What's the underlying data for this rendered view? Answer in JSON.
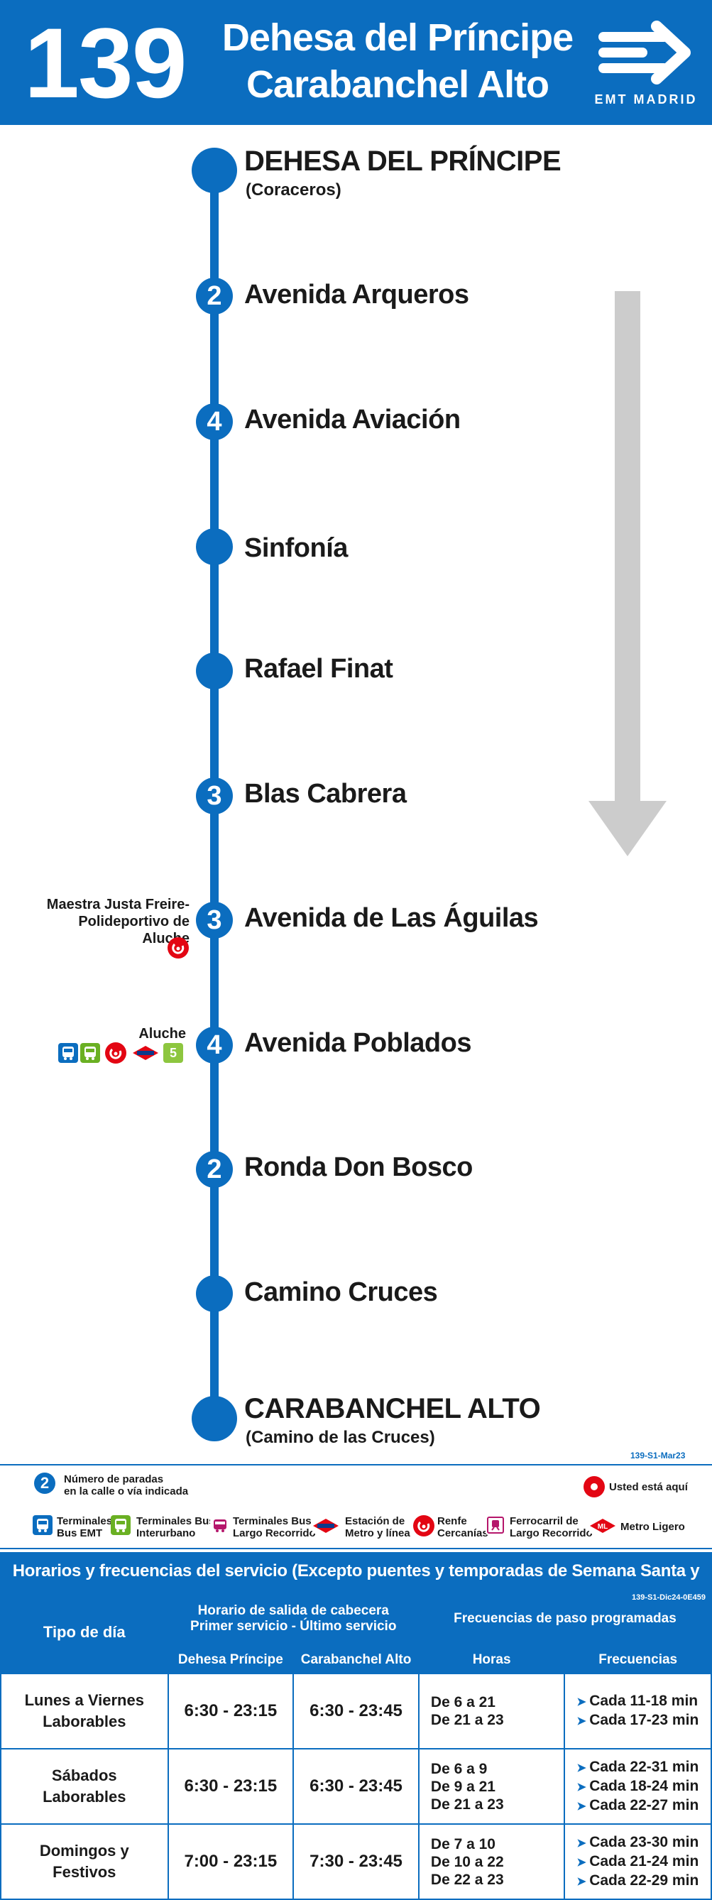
{
  "header": {
    "line_number": "139",
    "route_line1": "Dehesa del Príncipe",
    "route_line2": "Carabanchel Alto",
    "operator": "EMT MADRID",
    "brand_color": "#0b6dbf"
  },
  "stops": [
    {
      "name": "DEHESA DEL PRÍNCIPE",
      "sub": "(Coraceros)",
      "count": "",
      "terminal": true
    },
    {
      "name": "Avenida Arqueros",
      "count": "2"
    },
    {
      "name": "Avenida Aviación",
      "count": "4"
    },
    {
      "name": "Sinfonía",
      "count": ""
    },
    {
      "name": "Rafael Finat",
      "count": ""
    },
    {
      "name": "Blas Cabrera",
      "count": "3"
    },
    {
      "name": "Avenida de Las Águilas",
      "count": "3"
    },
    {
      "name": "Avenida Poblados",
      "count": "4"
    },
    {
      "name": "Ronda Don Bosco",
      "count": "2"
    },
    {
      "name": "Camino Cruces",
      "count": ""
    },
    {
      "name": "CARABANCHEL ALTO",
      "sub": "(Camino de las Cruces)",
      "count": "",
      "terminal": true
    }
  ],
  "connections": {
    "aguilas": {
      "line1": "Maestra Justa Freire-",
      "line2": "Polideportivo de Aluche"
    },
    "poblados": {
      "label": "Aluche",
      "metro_line": "5"
    }
  },
  "codes": {
    "map": "139-S1-Mar23",
    "table": "139-S1-Dic24-0E459"
  },
  "legend": {
    "stops_count_line1": "Número de paradas",
    "stops_count_line2": "en la calle o vía indicada",
    "you_are_here": "Usted está aquí",
    "items": [
      {
        "l1": "Terminales",
        "l2": "Bus EMT"
      },
      {
        "l1": "Terminales Bus",
        "l2": "Interurbano"
      },
      {
        "l1": "Terminales Bus",
        "l2": "Largo Recorrido"
      },
      {
        "l1": "Estación de",
        "l2": "Metro y línea"
      },
      {
        "l1": "Renfe",
        "l2": "Cercanías"
      },
      {
        "l1": "Ferrocarril de",
        "l2": "Largo Recorrido"
      },
      {
        "l1": "Metro Ligero",
        "l2": ""
      }
    ]
  },
  "schedule": {
    "title": "Horarios y frecuencias del servicio (Excepto puentes y temporadas de Semana Santa y Verano)",
    "col_daytype": "Tipo de día",
    "col_departure_l1": "Horario de salida de cabecera",
    "col_departure_l2": "Primer servicio - Último servicio",
    "col_freq": "Frecuencias de paso programadas",
    "sub_origin": "Dehesa Príncipe",
    "sub_dest": "Carabanchel Alto",
    "sub_hours": "Horas",
    "sub_freq": "Frecuencias",
    "rows": [
      {
        "day_l1": "Lunes a Viernes",
        "day_l2": "Laborables",
        "origin": "6:30 - 23:15",
        "dest": "6:30 - 23:45",
        "hours": [
          "De 6 a 21",
          "De 21 a 23"
        ],
        "freqs": [
          "Cada 11-18 min",
          "Cada 17-23 min"
        ]
      },
      {
        "day_l1": "Sábados",
        "day_l2": "Laborables",
        "origin": "6:30 - 23:15",
        "dest": "6:30 - 23:45",
        "hours": [
          "De 6 a 9",
          "De 9 a 21",
          "De 21 a 23"
        ],
        "freqs": [
          "Cada 22-31 min",
          "Cada 18-24 min",
          "Cada 22-27 min"
        ]
      },
      {
        "day_l1": "Domingos y",
        "day_l2": "Festivos",
        "origin": "7:00 - 23:15",
        "dest": "7:30 - 23:45",
        "hours": [
          "De 7 a 10",
          "De 10 a 22",
          "De 22 a 23"
        ],
        "freqs": [
          "Cada 23-30 min",
          "Cada 21-24 min",
          "Cada 22-29 min"
        ]
      }
    ]
  }
}
